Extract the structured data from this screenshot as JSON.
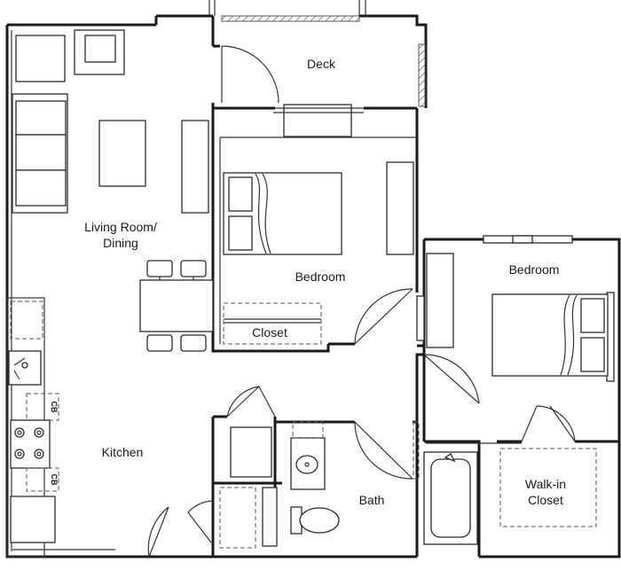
{
  "rooms": {
    "deck": "Deck",
    "living_dining_line1": "Living Room/",
    "living_dining_line2": "Dining",
    "bedroom_1": "Bedroom",
    "closet": "Closet",
    "bedroom_2": "Bedroom",
    "kitchen": "Kitchen",
    "bath": "Bath",
    "walkin_line1": "Walk-in",
    "walkin_line2": "Closet"
  },
  "labels": {
    "cb_upper": "CB",
    "cb_lower": "CB"
  },
  "icons": {
    "sink": "kitchen-sink-icon",
    "stove": "stove-burners-icon",
    "toilet": "toilet-icon",
    "tub": "bathtub-icon",
    "bed": "bed-icon",
    "sofa": "sofa-icon"
  }
}
